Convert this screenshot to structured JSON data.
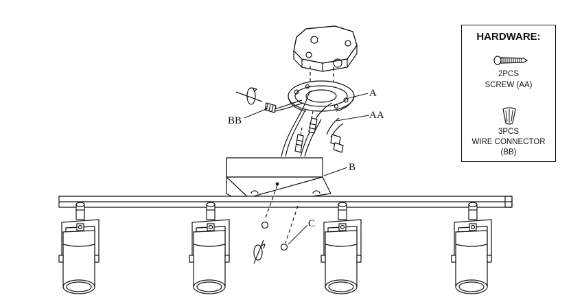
{
  "labels": {
    "A": "A",
    "AA": "AA",
    "BB": "BB",
    "B": "B",
    "C": "C"
  },
  "hardware": {
    "title": "HARDWARE:",
    "items": [
      {
        "qty": "2PCS",
        "name": "SCREW (AA)",
        "icon": "screw-icon"
      },
      {
        "qty": "3PCS",
        "name": "WIRE CONNECTOR",
        "name2": "(BB)",
        "icon": "wire-connector-icon"
      }
    ]
  }
}
